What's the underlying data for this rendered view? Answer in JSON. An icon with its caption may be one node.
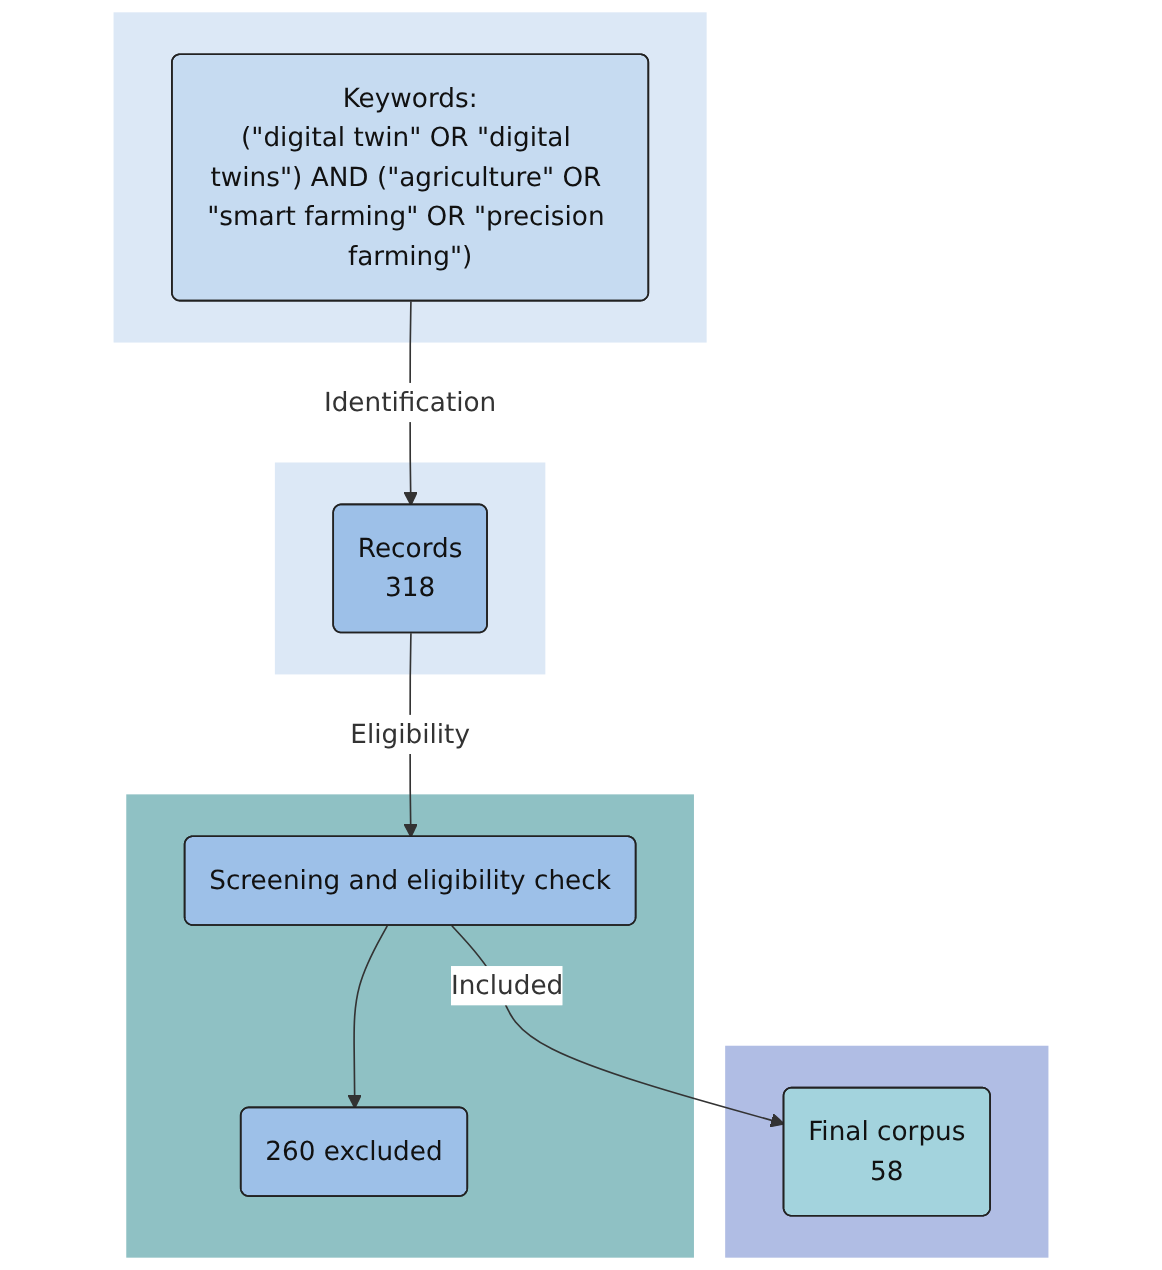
{
  "diagram": {
    "nodes": [
      {
        "text": [],
        "shape": "box"
      },
      {
        "text": [
          "Keywords:",
          "(\"digital twin\" OR \"digital twins\") AND (\"agriculture\" OR \"smart farming\" OR \"precision farming\")"
        ],
        "in": 0
      },
      {
        "text": [],
        "shape": "box"
      },
      {
        "text": [
          "Records",
          "318"
        ],
        "in": 2
      },
      {
        "text": [],
        "shape": "box"
      },
      {
        "text": [
          "Screening and eligibility check"
        ],
        "in": 4
      },
      {
        "text": [
          "260 excluded"
        ],
        "in": 4
      },
      {
        "text": [],
        "shape": "box"
      },
      {
        "text": [
          "Final corpus",
          "58"
        ],
        "in": 7
      }
    ],
    "edges": [
      {
        "from": 1,
        "to": 3,
        "arrow": "to",
        "label": "Identification"
      },
      {
        "from": 3,
        "to": 5,
        "arrow": "to",
        "label": "Eligibility"
      },
      {
        "from": 5,
        "to": 6,
        "arrow": "to"
      },
      {
        "from": 5,
        "to": 8,
        "arrow": "to",
        "label": "Included"
      }
    ]
  }
}
